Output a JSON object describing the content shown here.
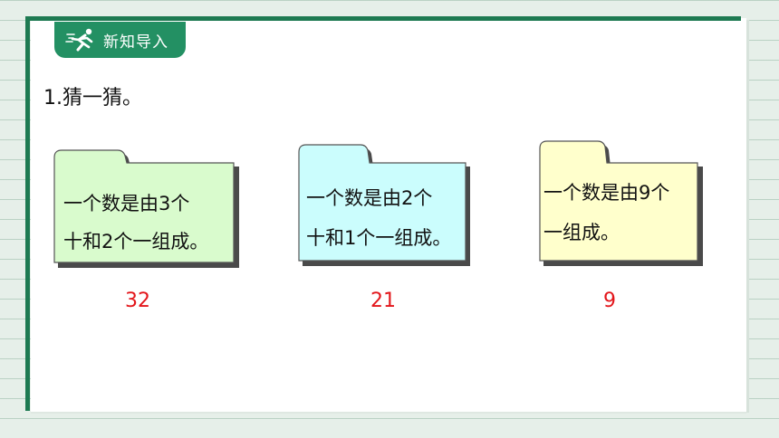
{
  "header": {
    "section_label": "新知导入",
    "icon": "runner-icon",
    "accent_color": "#239063"
  },
  "question": "1.猜一猜。",
  "cards": [
    {
      "line1": "一个数是由3个",
      "line2": "十和2个一组成。",
      "answer": "32",
      "fill": "#d9fbcd"
    },
    {
      "line1": "一个数是由2个",
      "line2": "十和1个一组成。",
      "answer": "21",
      "fill": "#cbfdfd"
    },
    {
      "line1": "一个数是由9个",
      "line2": "一组成。",
      "answer": "9",
      "fill": "#ffffcc"
    }
  ],
  "answer_color": "#e3161b"
}
